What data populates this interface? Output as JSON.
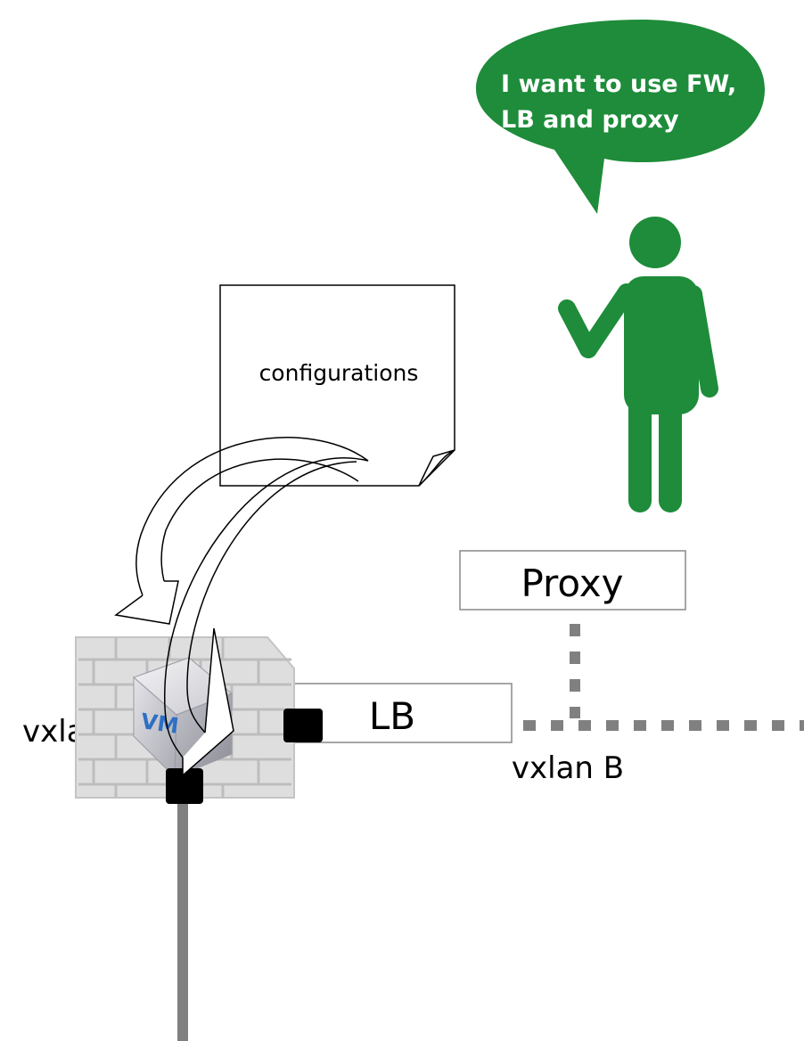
{
  "speech_bubble": {
    "line1": "I want to use FW,",
    "line2": "LB and  proxy",
    "color": "#1e8c3a"
  },
  "person": {
    "color": "#1e8c3a",
    "icon": "person-icon"
  },
  "document": {
    "label": "configurations"
  },
  "firewall_vm": {
    "icon": "firewall-vm-icon",
    "badge": "VM"
  },
  "proxy_box": {
    "label": "Proxy"
  },
  "lb_box": {
    "label": "LB"
  },
  "networks": {
    "vxlan_a": {
      "label": "vxlan A",
      "color": "#808080",
      "style": "solid"
    },
    "vxlan_b": {
      "label": "vxlan B",
      "color": "#808080",
      "style": "dashed"
    }
  }
}
